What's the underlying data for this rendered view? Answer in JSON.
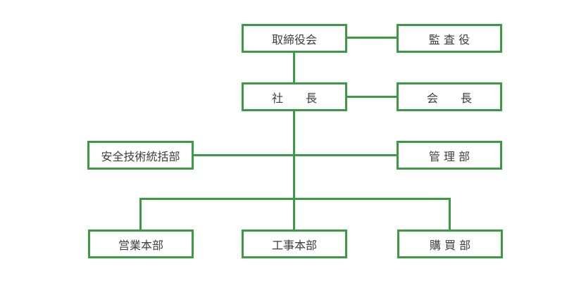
{
  "diagram": {
    "type": "org-chart",
    "accent_color": "#3c9a44",
    "text_color": "#3d3d3d",
    "background_color": "#ffffff",
    "boxes": {
      "board": {
        "label": "取締役会"
      },
      "auditor": {
        "label": "監 査 役"
      },
      "president": {
        "label": "社　　長"
      },
      "chairman": {
        "label": "会　　長"
      },
      "safety": {
        "label": "安全技術統括部"
      },
      "admin": {
        "label": "管 理 部"
      },
      "sales": {
        "label": "営業本部"
      },
      "construction": {
        "label": "工事本部"
      },
      "purchasing": {
        "label": "購 買 部"
      }
    },
    "edges": [
      {
        "from": "board",
        "to": "auditor"
      },
      {
        "from": "board",
        "to": "president"
      },
      {
        "from": "president",
        "to": "chairman"
      },
      {
        "from": "president",
        "to": "safety"
      },
      {
        "from": "president",
        "to": "admin"
      },
      {
        "from": "president",
        "to": "sales"
      },
      {
        "from": "president",
        "to": "construction"
      },
      {
        "from": "president",
        "to": "purchasing"
      }
    ]
  }
}
